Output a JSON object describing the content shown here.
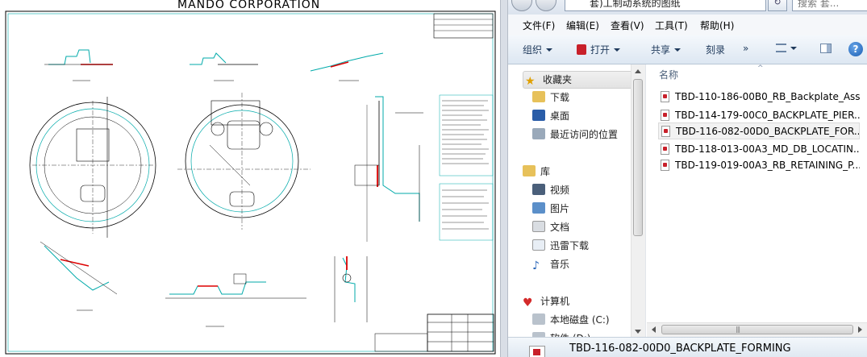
{
  "cad": {
    "title": "MANDO CORPORATION"
  },
  "explorer": {
    "address_text": "套)工制动系统的图纸",
    "search_placeholder": "搜索 套...",
    "menu": [
      "文件(F)",
      "编辑(E)",
      "查看(V)",
      "工具(T)",
      "帮助(H)"
    ],
    "toolbar": {
      "organize": "组织",
      "open": "打开",
      "share": "共享",
      "burn": "刻录",
      "more": "»",
      "help": "?"
    },
    "nav": {
      "favorites": "收藏夹",
      "downloads": "下载",
      "desktop": "桌面",
      "recent": "最近访问的位置",
      "libraries": "库",
      "videos": "视频",
      "pictures": "图片",
      "documents": "文档",
      "thunder": "迅雷下载",
      "music": "音乐",
      "computer": "计算机",
      "local_disk": "本地磁盘 (C:)",
      "software_disk": "软件 (D:)"
    },
    "column_name": "名称",
    "files": [
      "TBD-110-186-00B0_RB_Backplate_Assy",
      "TBD-114-179-00C0_BACKPLATE_PIER...",
      "TBD-116-082-00D0_BACKPLATE_FOR...",
      "TBD-118-013-00A3_MD_DB_LOCATIN...",
      "TBD-119-019-00A3_RB_RETAINING_P..."
    ],
    "details_name": "TBD-116-082-00D0_BACKPLATE_FORMING",
    "colors": {
      "accent": "#1e395b",
      "selection": "#f2f2f2"
    }
  }
}
